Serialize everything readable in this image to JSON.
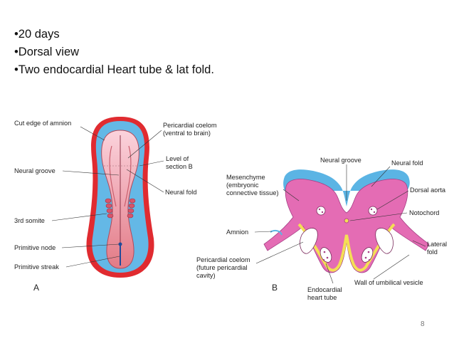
{
  "slide": {
    "bullets": [
      "20 days",
      "Dorsal view",
      "Two endocardial Heart tube & lat fold."
    ],
    "page_number": "8"
  },
  "figure_a": {
    "panel_label": "A",
    "labels": {
      "cut_edge": "Cut edge of amnion",
      "pericardial_1": "Pericardial coelom",
      "pericardial_2": "(ventral to brain)",
      "level_1": "Level of",
      "level_2": "section B",
      "neural_groove": "Neural groove",
      "neural_fold": "Neural fold",
      "somite": "3rd somite",
      "node": "Primitive node",
      "streak": "Primitive streak"
    }
  },
  "figure_b": {
    "panel_label": "B",
    "labels": {
      "neural_groove": "Neural groove",
      "neural_fold": "Neural fold",
      "mes_1": "Mesenchyme",
      "mes_2": "(embryonic",
      "mes_3": "connective tissue)",
      "aorta": "Dorsal aorta",
      "notochord": "Notochord",
      "amnion": "Amnion",
      "lateral_1": "Lateral",
      "lateral_2": "fold",
      "peri_1": "Pericardial coelom",
      "peri_2": "(future pericardial",
      "peri_3": "cavity)",
      "wall": "Wall of umbilical vesicle",
      "endo_1": "Endocardial",
      "endo_2": "heart tube"
    }
  },
  "colors": {
    "red_rim": "#e02b30",
    "blue": "#5bb4e4",
    "pink": "#e66db5",
    "yellow": "#f4df55"
  }
}
